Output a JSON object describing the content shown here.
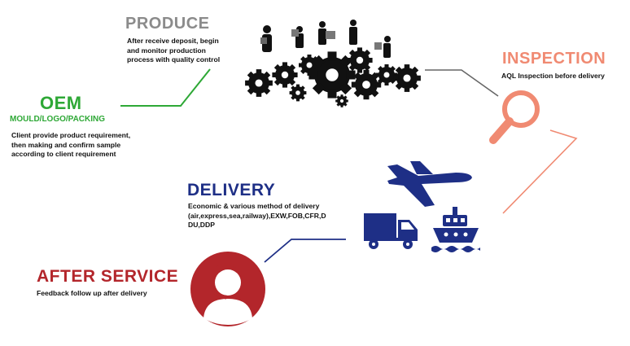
{
  "steps": {
    "produce": {
      "title": "PRODUCE",
      "desc_lines": [
        "After receive deposit, begin",
        "and monitor production",
        "process with quality control"
      ],
      "color": "#8b8b8b",
      "icon": "gears-workers-icon"
    },
    "oem": {
      "title": "OEM",
      "subtitle": "MOULD/LOGO/PACKING",
      "desc_lines": [
        "Client provide product requirement,",
        "then making and confirm sample",
        "according to client requirement"
      ],
      "color": "#2ea836"
    },
    "inspection": {
      "title": "INSPECTION",
      "desc_lines": [
        "AQL Inspection before delivery"
      ],
      "color": "#f08a72",
      "icon": "magnifier-icon"
    },
    "delivery": {
      "title": "DELIVERY",
      "desc_lines": [
        "Economic & various method of delivery",
        "(air,express,sea,railway),EXW,FOB,CFR,D",
        "DU,DDP"
      ],
      "color": "#1e2f86",
      "icons": [
        "airplane-icon",
        "truck-icon",
        "ship-icon"
      ]
    },
    "after_service": {
      "title": "AFTER SERVICE",
      "desc_lines": [
        "Feedback follow up after delivery"
      ],
      "color": "#b3262b",
      "icon": "headset-agent-icon"
    }
  }
}
